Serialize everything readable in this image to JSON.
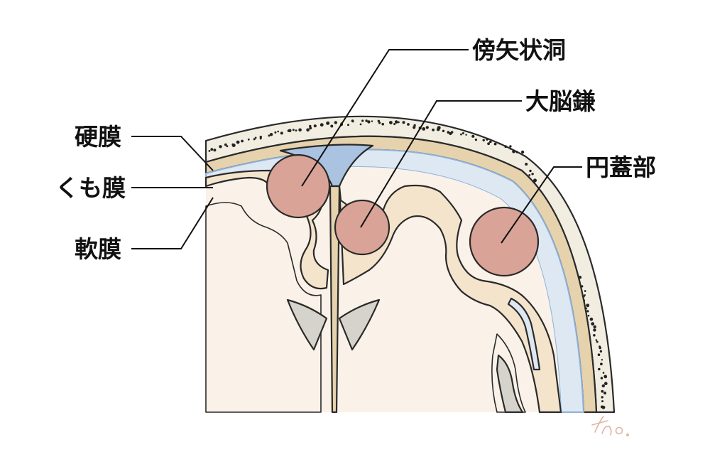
{
  "labels": {
    "dura": "硬膜",
    "arachnoid": "くも膜",
    "pia": "軟膜",
    "sagittal_sinus_side": "傍矢状洞",
    "falx": "大脳鎌",
    "convexity": "円蓋部"
  },
  "colors": {
    "skull": "#f2ede1",
    "dura": "#e6d3ad",
    "csf": "#a9c3e0",
    "cortex": "#f4e4cc",
    "white_matter": "#faf1e8",
    "meningioma": "#d9a497",
    "ventricle": "#d6d3cc"
  }
}
